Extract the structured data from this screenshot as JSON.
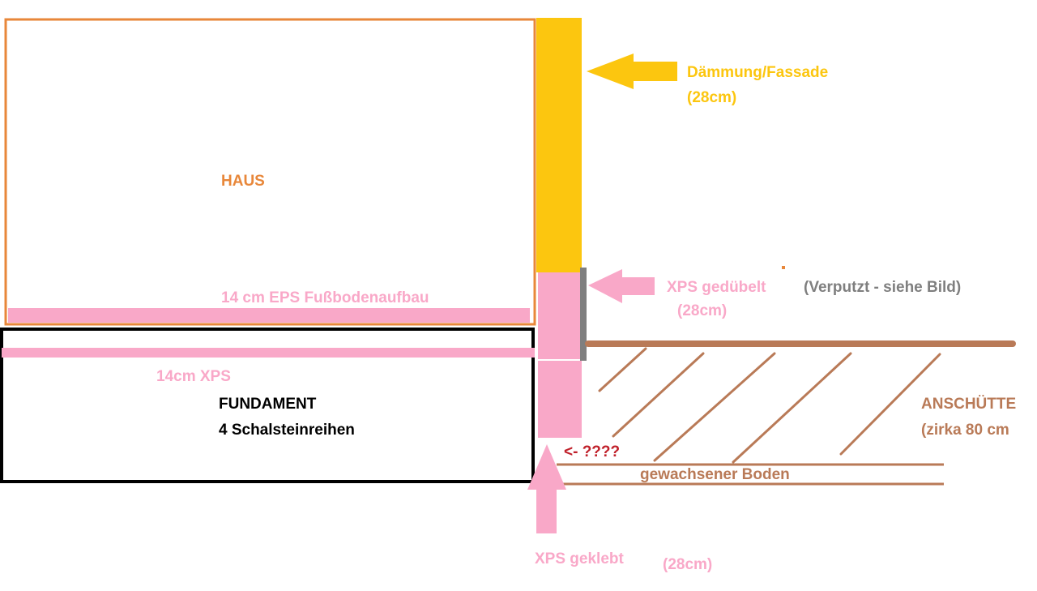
{
  "colors": {
    "house": "#e8873a",
    "insulation_yellow": "#fcc60f",
    "xps_pink": "#f9a8c8",
    "plaster_gray": "#7f7f7f",
    "soil_brown": "#b97a57",
    "foundation_black": "#000000",
    "question_red": "#c0202a"
  },
  "labels": {
    "daemmung": "Dämmung/Fassade",
    "daemmung_thickness": "(28cm)",
    "haus": "HAUS",
    "eps_floor": "14 cm EPS Fußbodenaufbau",
    "xps_anchored": "XPS gedübelt",
    "plastered_note": "(Verputzt - siehe Bild)",
    "xps_anchored_thickness": "(28cm)",
    "backfill": "ANSCHÜTTE",
    "backfill_depth": "(zirka 80 cm",
    "xps_under": "14cm XPS",
    "foundation": "FUNDAMENT",
    "foundation_rows": "4 Schalsteinreihen",
    "question": "<- ????",
    "natural_ground": "gewachsener Boden",
    "xps_glued": "XPS geklebt",
    "xps_glued_thickness": "(28cm)"
  }
}
